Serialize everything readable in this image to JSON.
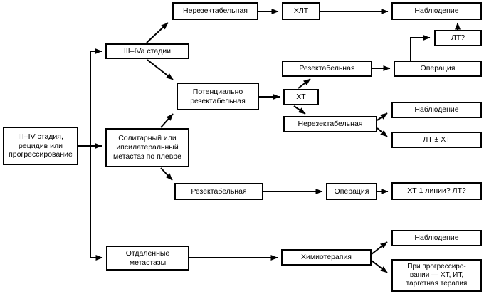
{
  "diagram": {
    "type": "flowchart",
    "language": "ru",
    "colors": {
      "line": "#000000",
      "box_border": "#000000",
      "box_bg": "#ffffff",
      "page_bg": "#ffffff"
    },
    "nodes": {
      "start": {
        "label": "III–IV стадия,\nрецидив или\nпрогрессирование"
      },
      "stage34a": {
        "label": "III–IVa стадии"
      },
      "solitary": {
        "label": "Солитарный или\nипсилатеральный\nметастаз по плевре"
      },
      "distant": {
        "label": "Отдаленные\nметастазы"
      },
      "unres_top": {
        "label": "Нерезектабельная"
      },
      "xlt": {
        "label": "ХЛТ"
      },
      "obs_top": {
        "label": "Наблюдение"
      },
      "lt_q": {
        "label": "ЛТ?"
      },
      "pot_res": {
        "label": "Потенциально\nрезектабельная"
      },
      "res_mid": {
        "label": "Резектабельная"
      },
      "oper_mid": {
        "label": "Операция"
      },
      "xt": {
        "label": "ХТ"
      },
      "unres_mid": {
        "label": "Нерезектабельная"
      },
      "obs_mid": {
        "label": "Наблюдение"
      },
      "lt_xt": {
        "label": "ЛТ ± ХТ"
      },
      "res_bot": {
        "label": "Резектабельная"
      },
      "oper_bot": {
        "label": "Операция"
      },
      "xt_lines": {
        "label": "ХТ 1 линии? ЛТ?"
      },
      "chemo": {
        "label": "Химиотерапия"
      },
      "obs_bot": {
        "label": "Наблюдение"
      },
      "prog": {
        "label": "При прогрессиро-\nвании — ХТ, ИТ,\nтаргетная терапия"
      }
    },
    "edges": [
      "start -> stage34a",
      "start -> solitary",
      "start -> distant",
      "stage34a -> unres_top",
      "stage34a -> pot_res",
      "unres_top -> xlt",
      "xlt -> obs_top",
      "oper_mid -> lt_q",
      "lt_q -> obs_top",
      "pot_res -> xt",
      "xt -> res_mid",
      "xt -> unres_mid",
      "res_mid -> oper_mid",
      "unres_mid -> obs_mid",
      "unres_mid -> lt_xt",
      "solitary -> pot_res",
      "solitary -> res_bot",
      "res_bot -> oper_bot",
      "oper_bot -> xt_lines",
      "distant -> chemo",
      "chemo -> obs_bot",
      "chemo -> prog"
    ]
  }
}
